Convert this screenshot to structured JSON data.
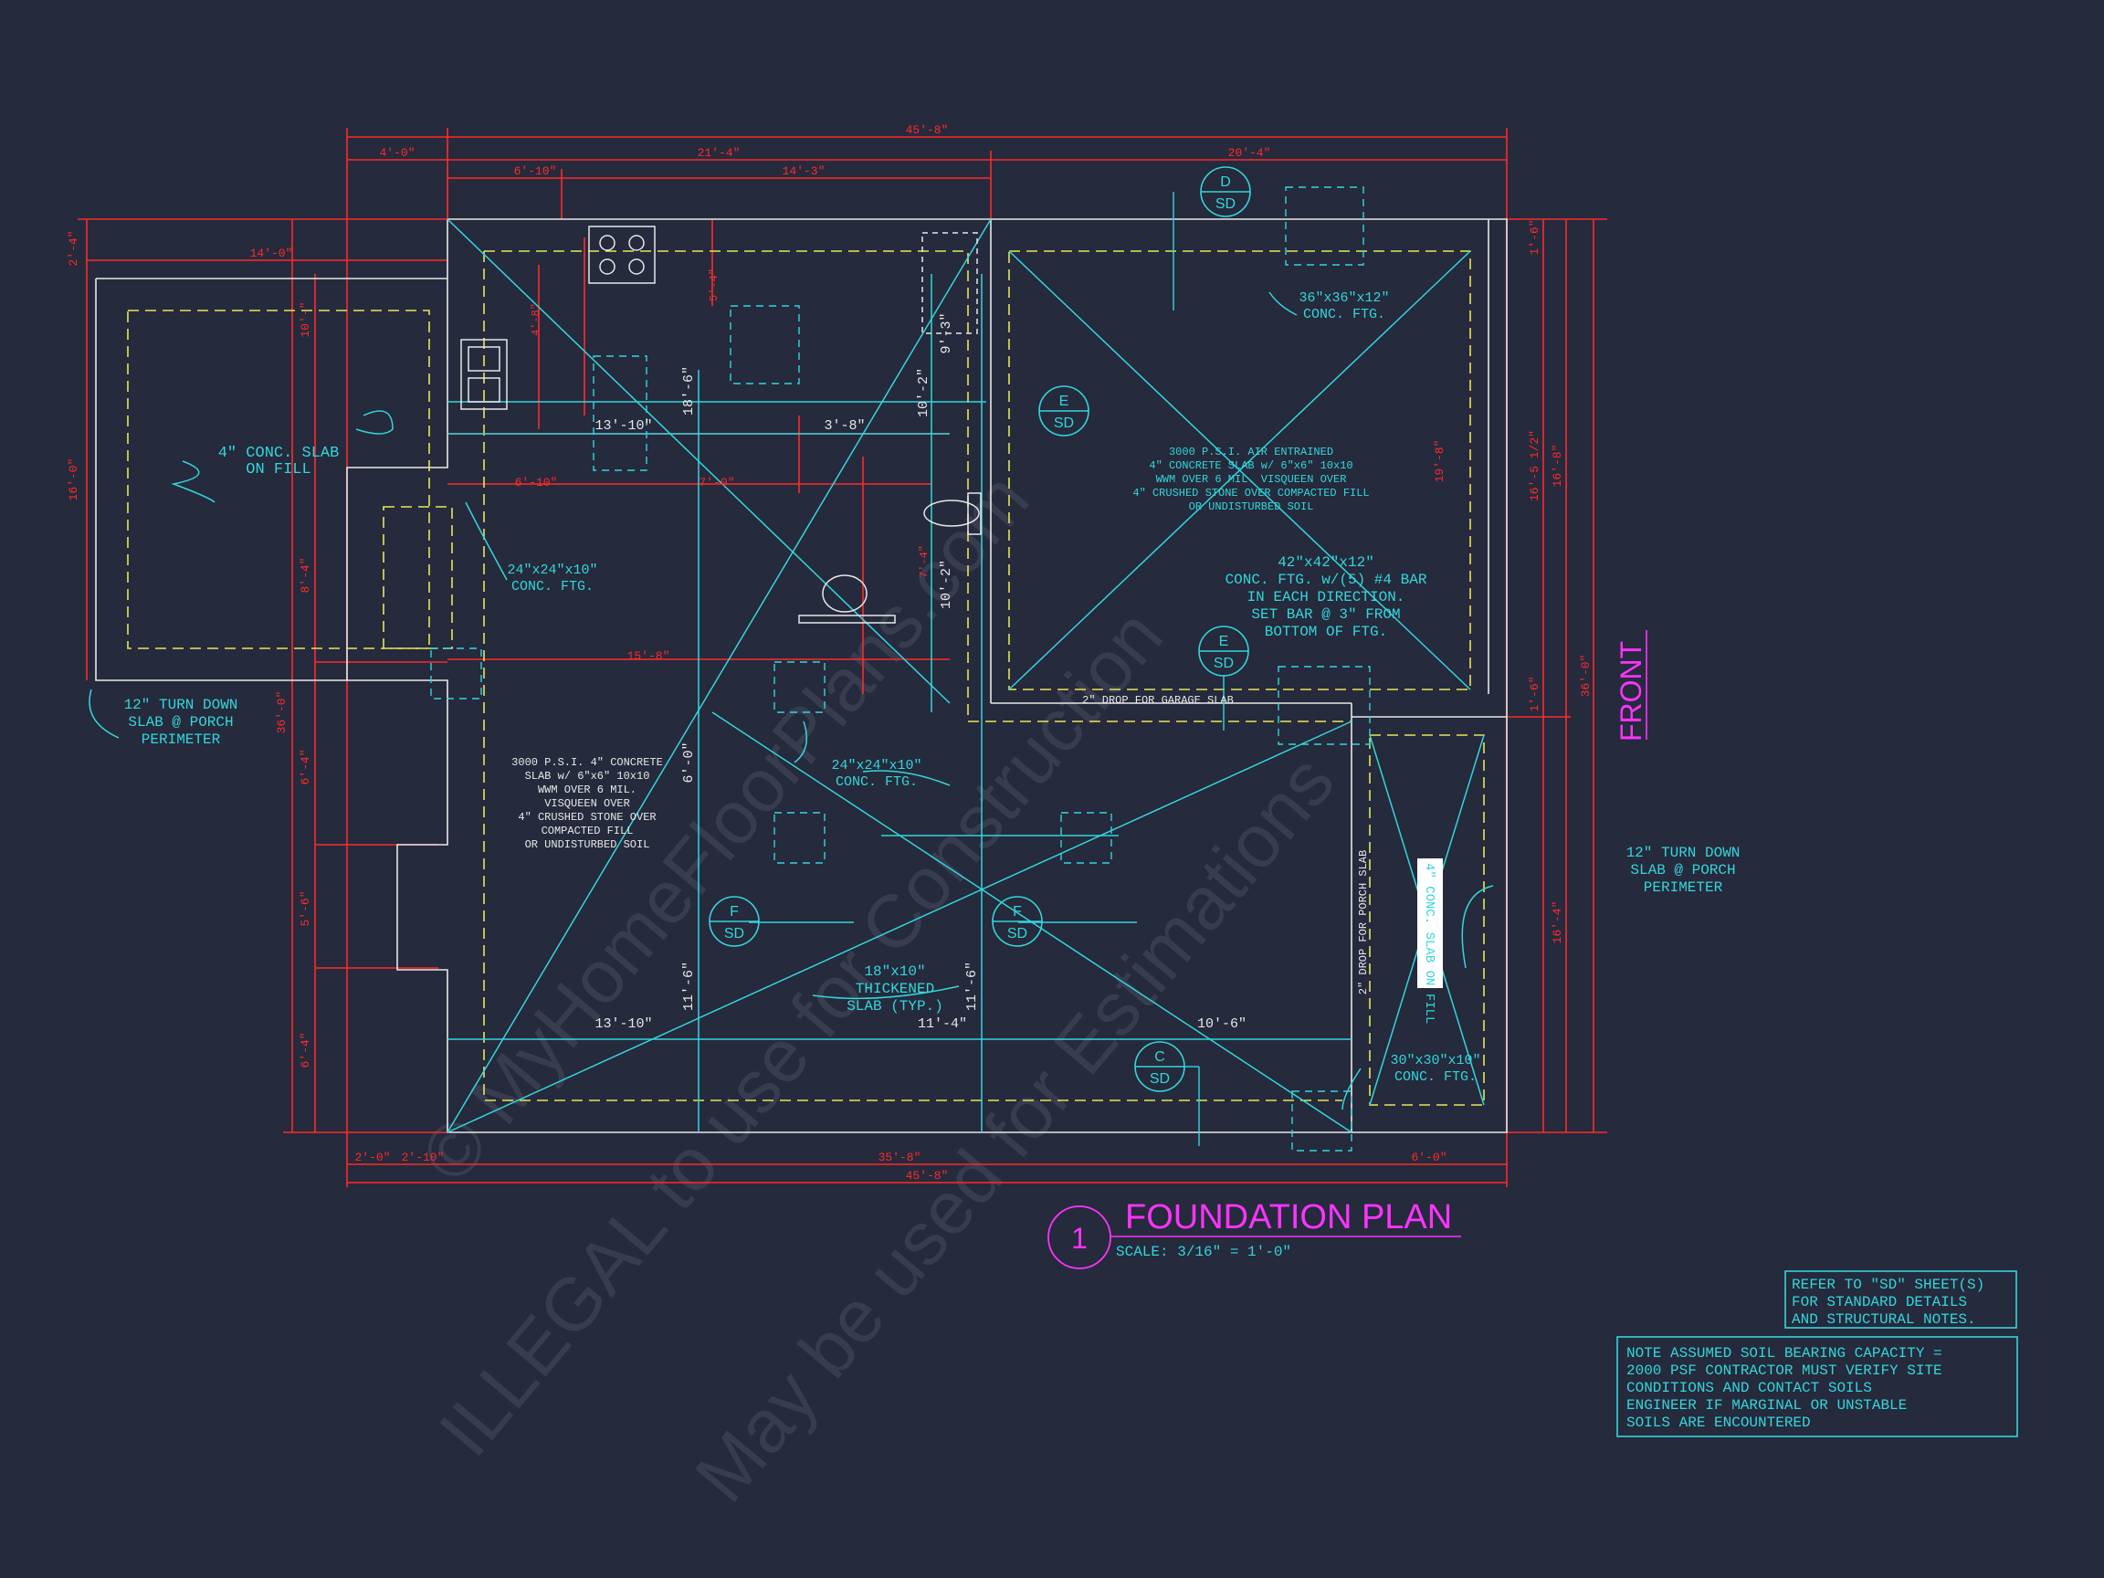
{
  "colors": {
    "background": "#252a3c",
    "wall": "#e8e8e8",
    "dimension": "#ff2a2a",
    "footing": "#e6e65a",
    "annotation": "#33d6dc",
    "title": "#ff33ff",
    "watermark": "#3a3f52"
  },
  "title": {
    "number": "1",
    "text": "FOUNDATION PLAN",
    "scale": "SCALE: 3/16\" = 1'-0\""
  },
  "front_label": "FRONT",
  "overall_dims": {
    "top_total": "45'-8\"",
    "top_left": "4'-0\"",
    "top_mid": "21'-4\"",
    "top_right": "20'-4\"",
    "top_inner_a": "6'-10\"",
    "top_inner_b": "14'-3\"",
    "porch_width": "14'-0\"",
    "bottom_total": "45'-8\"",
    "bottom_a": "2'-0\"",
    "bottom_b": "2'-10\"",
    "bottom_c": "35'-8\"",
    "bottom_d": "6'-0\""
  },
  "left_dims": [
    "2'-4\"",
    "10'-\"",
    "16'-0\"",
    "36'-0\"",
    "8'-4\"",
    "6'-4\"",
    "5'-6\"",
    "6'-4\""
  ],
  "right_dims": [
    "1'-6\"",
    "16'-8\"",
    "16'-5 1/2\"",
    "36'-0\"",
    "1'-6\"",
    "16'-4\"",
    "19'-8\""
  ],
  "interior_dims": [
    "13'-10\"",
    "3'-8\"",
    "7'-0\"",
    "6'-10\"",
    "15'-8\"",
    "18'-6\"",
    "6'-0\"",
    "11'-6\"",
    "11'-6\"",
    "13'-10\"",
    "11'-4\"",
    "10'-6\"",
    "10'-2\"",
    "10'-2\"",
    "9'-3\"",
    "5'-4\"",
    "4'-8\"",
    "7'-4\""
  ],
  "section_markers": [
    {
      "letter": "D",
      "sheet": "SD"
    },
    {
      "letter": "E",
      "sheet": "SD"
    },
    {
      "letter": "E",
      "sheet": "SD"
    },
    {
      "letter": "F",
      "sheet": "SD"
    },
    {
      "letter": "F",
      "sheet": "SD"
    },
    {
      "letter": "C",
      "sheet": "SD"
    }
  ],
  "notes": {
    "porch_slab": [
      "4\" CONC. SLAB",
      "ON FILL"
    ],
    "ftg_24_a": [
      "24\"x24\"x10\"",
      "CONC. FTG."
    ],
    "ftg_36": [
      "36\"x36\"x12\"",
      "CONC. FTG."
    ],
    "garage_slab": [
      "3000 P.S.I. AIR ENTRAINED",
      "4\" CONCRETE SLAB w/ 6\"x6\" 10x10",
      "WWM OVER 6 MIL. VISQUEEN OVER",
      "4\" CRUSHED STONE OVER COMPACTED FILL",
      "OR UNDISTURBED SOIL"
    ],
    "ftg_42": [
      "42\"x42\"x12\"",
      "CONC. FTG. w/(5) #4 BAR",
      "IN EACH DIRECTION.",
      "SET BAR @ 3\" FROM",
      "BOTTOM OF FTG."
    ],
    "garage_drop": "2\" DROP FOR GARAGE SLAB",
    "turn_down_left": [
      "12\" TURN DOWN",
      "SLAB @ PORCH",
      "PERIMETER"
    ],
    "turn_down_right": [
      "12\" TURN DOWN",
      "SLAB @ PORCH",
      "PERIMETER"
    ],
    "house_slab": [
      "3000 P.S.I. 4\" CONCRETE",
      "SLAB w/ 6\"x6\" 10x10",
      "WWM OVER 6 MIL.",
      "VISQUEEN OVER",
      "4\" CRUSHED STONE OVER",
      "COMPACTED FILL",
      "OR UNDISTURBED SOIL"
    ],
    "ftg_24_b": [
      "24\"x24\"x10\"",
      "CONC. FTG."
    ],
    "thickened": [
      "18\"x10\"",
      "THICKENED",
      "SLAB (TYP.)"
    ],
    "porch_drop": "2\" DROP FOR PORCH SLAB",
    "porch_slab_right": "4\" CONC. SLAB ON FILL",
    "ftg_30": [
      "30\"x30\"x10\"",
      "CONC. FTG."
    ]
  },
  "note_boxes": {
    "refer": [
      "REFER TO \"SD\" SHEET(S)",
      "FOR STANDARD DETAILS",
      "AND STRUCTURAL NOTES."
    ],
    "soil": [
      "NOTE ASSUMED SOIL BEARING CAPACITY =",
      "2000 PSF CONTRACTOR MUST VERIFY SITE",
      "CONDITIONS AND CONTACT SOILS",
      "ENGINEER IF MARGINAL OR UNSTABLE",
      "SOILS ARE ENCOUNTERED"
    ]
  },
  "watermark": {
    "line1": "© MyHomeFloorPlans.com",
    "line2": "ILLEGAL to use for Construction",
    "line3": "May be used for Estimations"
  }
}
